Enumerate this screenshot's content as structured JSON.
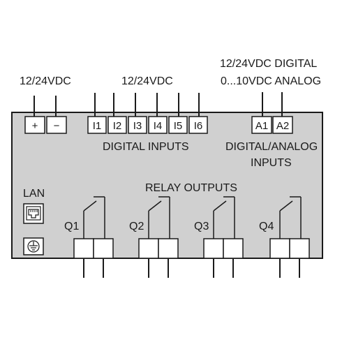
{
  "colors": {
    "body": "#d0d0d0",
    "outline": "#1a1a1a",
    "terminal": "#ffffff"
  },
  "supply_label": "12/24VDC",
  "power_terminals": [
    "+",
    "−"
  ],
  "inputs_supply_label": "12/24VDC",
  "digital_inputs": [
    "I1",
    "I2",
    "I3",
    "I4",
    "I5",
    "I6"
  ],
  "digital_inputs_label": "DIGITAL INPUTS",
  "analog_top_label_1": "12/24VDC DIGITAL",
  "analog_top_label_2": "0...10VDC ANALOG",
  "analog_inputs": [
    "A1",
    "A2"
  ],
  "analog_inputs_label_1": "DIGITAL/ANALOG",
  "analog_inputs_label_2": "INPUTS",
  "relay_outputs_label": "RELAY OUTPUTS",
  "relays": [
    "Q1",
    "Q2",
    "Q3",
    "Q4"
  ],
  "lan_label": "LAN",
  "icons": {
    "lan_port": "ethernet-port-icon",
    "ground": "ground-icon"
  }
}
